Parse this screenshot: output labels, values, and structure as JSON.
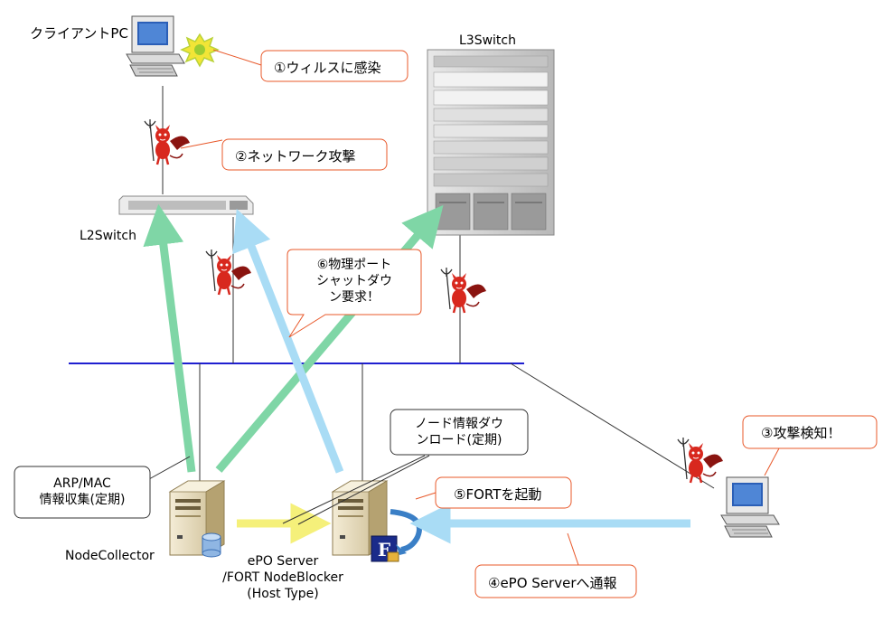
{
  "devices": {
    "client_pc": "クライアントPC",
    "l3switch": "L3Switch",
    "l2switch": "L2Switch",
    "node_collector": "NodeCollector",
    "epo_server": [
      "ePO Server",
      "/FORT NodeBlocker",
      "(Host Type)"
    ]
  },
  "callouts": {
    "c1": "①ウィルスに感染",
    "c2": "②ネットワーク攻撃",
    "c3": "③攻撃検知！",
    "c4": "④ePO Serverへ通報",
    "c5": "⑤FORTを起動",
    "c6": [
      "⑥物理ポート",
      "シャットダウ",
      "ン要求！"
    ],
    "download": [
      "ノード情報ダウ",
      "ンロード(定期)"
    ],
    "arp": [
      "ARP/MAC",
      "情報収集(定期)"
    ]
  },
  "icons": {
    "fort_logo_letter": "F"
  },
  "colors": {
    "network_bus": "#1f1fd0",
    "callout_border": "#e8582a",
    "arrow_green": "#7fd6a6",
    "arrow_blue": "#a9dcf5",
    "arrow_yellow": "#f5f07a",
    "devil_red": "#d8281e",
    "pointer_line": "#e8582a"
  }
}
